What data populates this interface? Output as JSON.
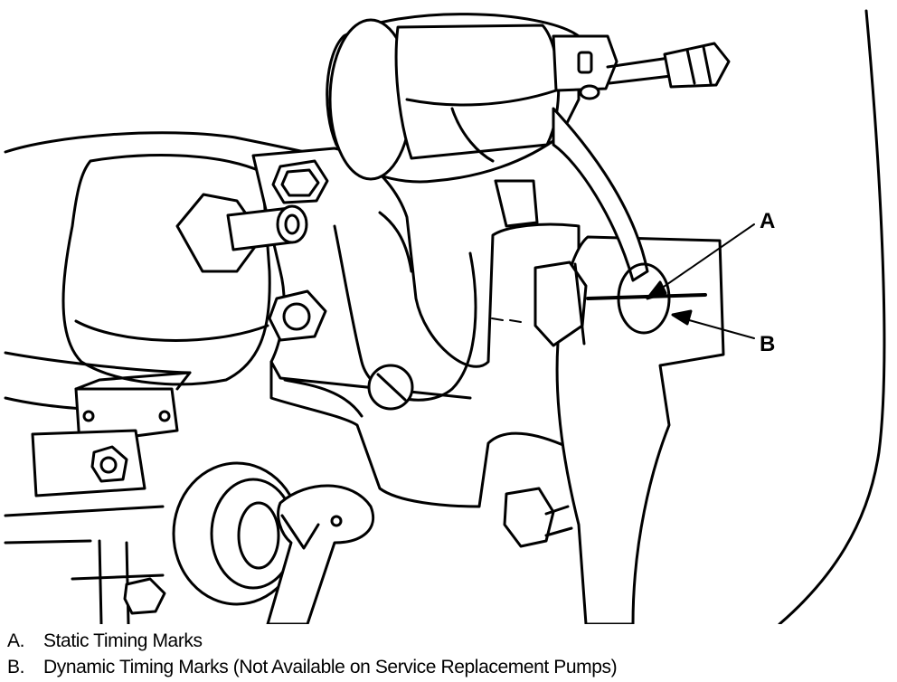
{
  "callouts": {
    "a": "A",
    "b": "B"
  },
  "legend": [
    {
      "key": "A.",
      "text": "Static Timing Marks"
    },
    {
      "key": "B.",
      "text": "Dynamic Timing Marks (Not Available on Service Replacement Pumps)"
    }
  ]
}
